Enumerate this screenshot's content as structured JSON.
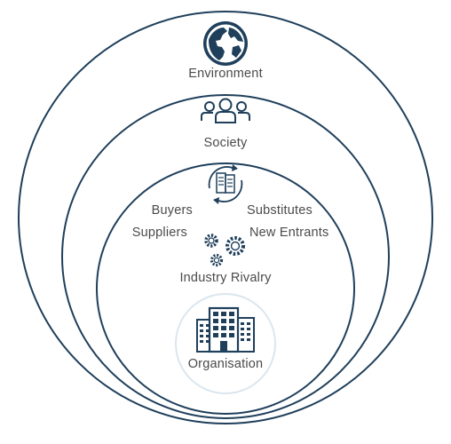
{
  "colors": {
    "ring": "#1f3f5b",
    "icon": "#1f3f5b",
    "text": "#4a4a4a",
    "org_ring": "#dbe6ee"
  },
  "environment": {
    "label": "Environment",
    "icon": "globe-icon"
  },
  "society": {
    "label": "Society",
    "icon": "people-icon"
  },
  "industry": {
    "icon": "building-cycle-icon",
    "forces": {
      "buyers": "Buyers",
      "substitutes": "Substitutes",
      "suppliers": "Suppliers",
      "new_entrants": "New Entrants"
    },
    "rivalry": {
      "label": "Industry Rivalry",
      "icon": "gears-icon"
    }
  },
  "organisation": {
    "label": "Organisation",
    "icon": "office-buildings-icon"
  }
}
